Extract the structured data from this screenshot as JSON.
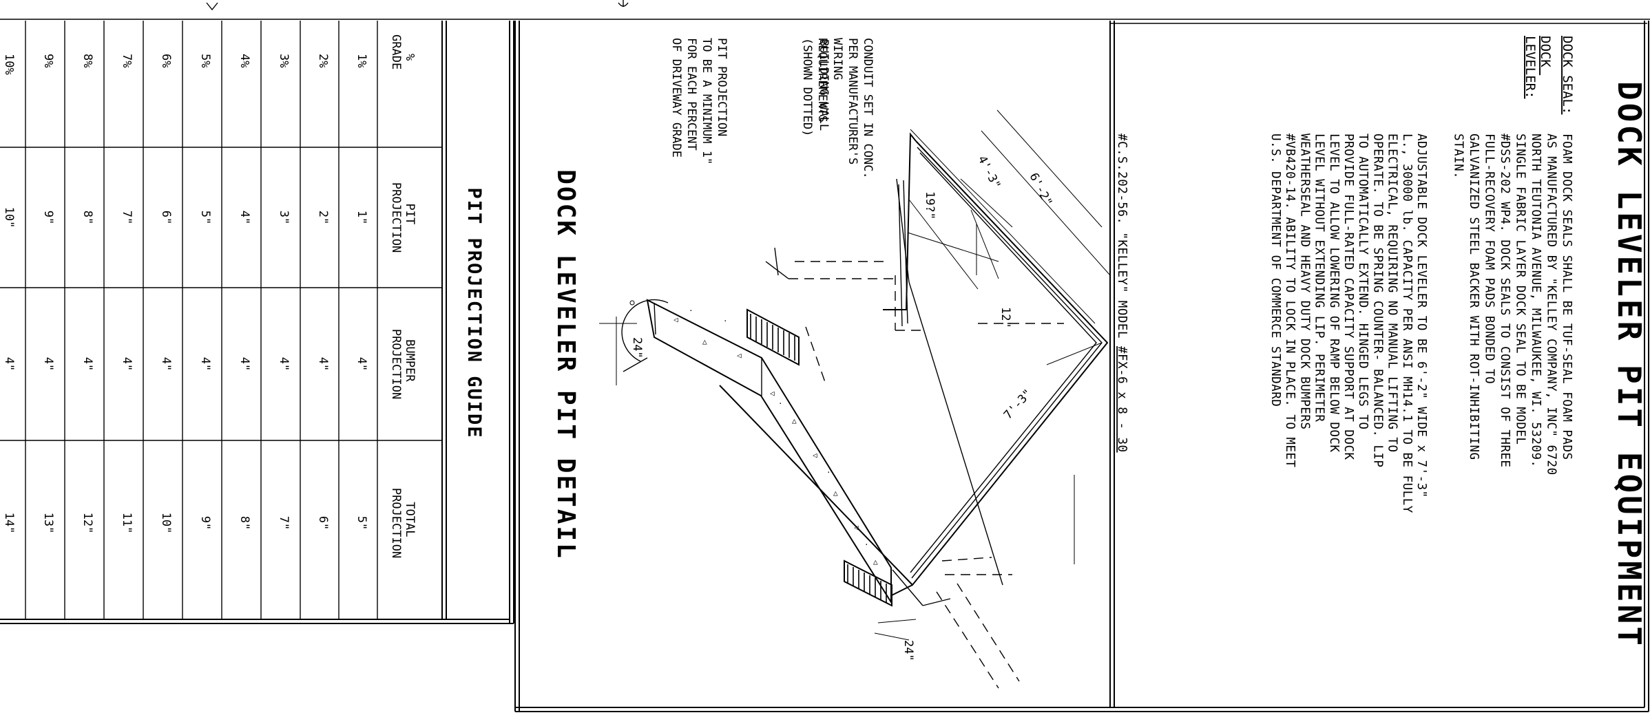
{
  "spec": {
    "title": "DOCK LEVELER PIT EQUIPMENT",
    "dock_seal": {
      "label": "DOCK SEAL:",
      "lines": [
        "FOAM DOCK SEALS SHALL BE TUF-SEAL FOAM PADS",
        "AS MANUFACTURED BY \"KELLEY COMPANY, INC\" 6720",
        "NORTH TEUTONIA AVENUE, MILWAUKEE, WI. 53209.",
        "SINGLE FABRIC LAYER DOCK SEAL TO BE MODEL",
        "#DSS-202 WP4. DOCK SEALS TO CONSIST OF THREE",
        "FULL-RECOVERY FOAM PADS BONDED TO",
        "GALVANIZED STEEL BACKER WITH ROT-INHIBITING",
        "STAIN."
      ]
    },
    "dock_leveler": {
      "label_1": "DOCK",
      "label_2": "LEVELER:",
      "lines": [
        "ADJUSTABLE DOCK LEVELER TO BE 6'-2\" WIDE x 7'-3\"",
        "L., 30000 lb. CAPACITY PER ANSI MH14.1 TO BE FULLY",
        "ELECTRICAL, REQUIRING NO MANUAL LIFTING TO",
        "OPERATE. TO BE SPRING COUNTER- BALANCED. LIP",
        "TO AUTOMATICALLY EXTEND. HINGED LEGS TO",
        "PROVIDE FULL-RATED CAPACITY SUPPORT AT DOCK",
        "LEVEL TO ALLOW LOWERING OF RAMP BELOW DOCK",
        "LEVEL WITHOUT EXTENDING LIP. PERIMETER",
        "WEATHERSEAL AND HEAVY DUTY DOCK BUMPERS",
        "#VB420-14. ABILITY TO LOCK IN PLACE. TO MEET",
        "U.S. DEPARTMENT OF COMMERCE STANDARD"
      ],
      "last_line_a": "#C.S.202-56. \"KELLEY\" MODEL ",
      "last_line_b": "#FX-6 x 8 - 30"
    }
  },
  "detail": {
    "title": "DOCK LEVELER PIT DETAIL",
    "note_conduit": [
      "CONDUIT SET IN CONC.",
      "PER MANUFACTURER'S",
      "WIRING"
    ],
    "note_overlap_a": "REQUIREMENTS",
    "note_overlap_b": "BUILDING WALL",
    "note_shown_dotted": "(SHOWN DOTTED)",
    "note_pit": [
      "PIT PROJECTION",
      "TO BE A MINIMUM 1\"",
      "FOR EACH PERCENT",
      "OF DRIVEWAY GRADE"
    ],
    "dims": {
      "width": "6'-2\"",
      "length": "7'-3\"",
      "inner": "4'-3\"",
      "depth": "19?\"",
      "lip": "12\"",
      "curb_top": "24\"",
      "curb_bottom": "24\""
    }
  },
  "guide": {
    "title": "PIT PROJECTION GUIDE",
    "headers": [
      [
        "%",
        "GRADE"
      ],
      [
        "PIT",
        "PROJECTION"
      ],
      [
        "BUMPER",
        "PROJECTION"
      ],
      [
        "TOTAL",
        "PROJECTION"
      ]
    ],
    "rows": [
      [
        "1%",
        "1\"",
        "4\"",
        "5\""
      ],
      [
        "2%",
        "2\"",
        "4\"",
        "6\""
      ],
      [
        "3%",
        "3\"",
        "4\"",
        "7\""
      ],
      [
        "4%",
        "4\"",
        "4\"",
        "8\""
      ],
      [
        "5%",
        "5\"",
        "4\"",
        "9\""
      ],
      [
        "6%",
        "6\"",
        "4\"",
        "10\""
      ],
      [
        "7%",
        "7\"",
        "4\"",
        "11\""
      ],
      [
        "8%",
        "8\"",
        "4\"",
        "12\""
      ],
      [
        "9%",
        "9\"",
        "4\"",
        "13\""
      ],
      [
        "10%",
        "10\"",
        "4\"",
        "14\""
      ]
    ]
  }
}
